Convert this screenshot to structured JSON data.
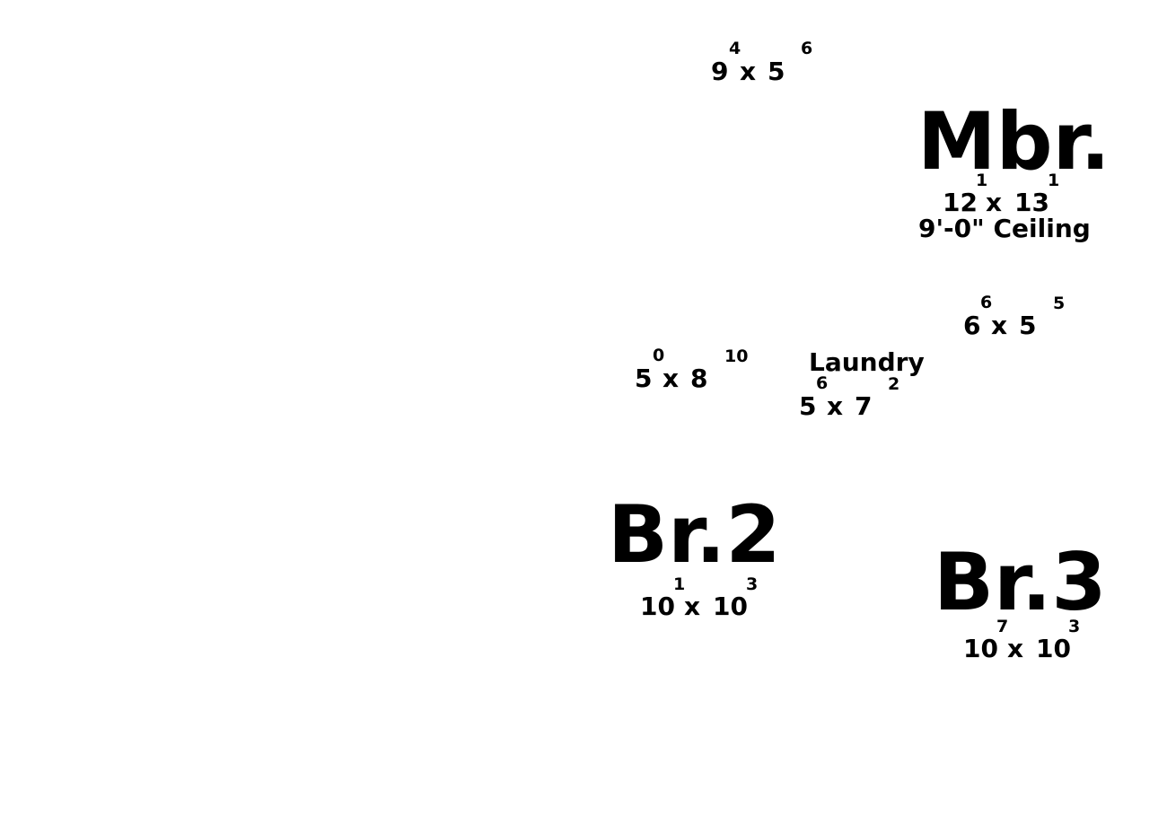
{
  "rooms": {
    "room_a": {
      "w": "9",
      "w_in": "4",
      "x": "x",
      "d": "5",
      "d_in": "6"
    },
    "mbr": {
      "name": "Mbr.",
      "w": "12",
      "w_in": "1",
      "x": "x",
      "d": "13",
      "d_in": "1",
      "ceiling": "9'-0\" Ceiling"
    },
    "room_b": {
      "w": "6",
      "w_in": "6",
      "x": "x",
      "d": "5",
      "d_in": "5"
    },
    "room_c": {
      "w": "5",
      "w_in": "0",
      "x": "x",
      "d": "8",
      "d_in": "10"
    },
    "laundry": {
      "name": "Laundry",
      "w": "5",
      "w_in": "6",
      "x": "x",
      "d": "7",
      "d_in": "2"
    },
    "br2": {
      "name": "Br.2",
      "w": "10",
      "w_in": "1",
      "x": "x",
      "d": "10",
      "d_in": "3"
    },
    "br3": {
      "name": "Br.3",
      "w": "10",
      "w_in": "7",
      "x": "x",
      "d": "10",
      "d_in": "3"
    }
  },
  "colors": {
    "text": "#000000",
    "background": "#ffffff"
  }
}
